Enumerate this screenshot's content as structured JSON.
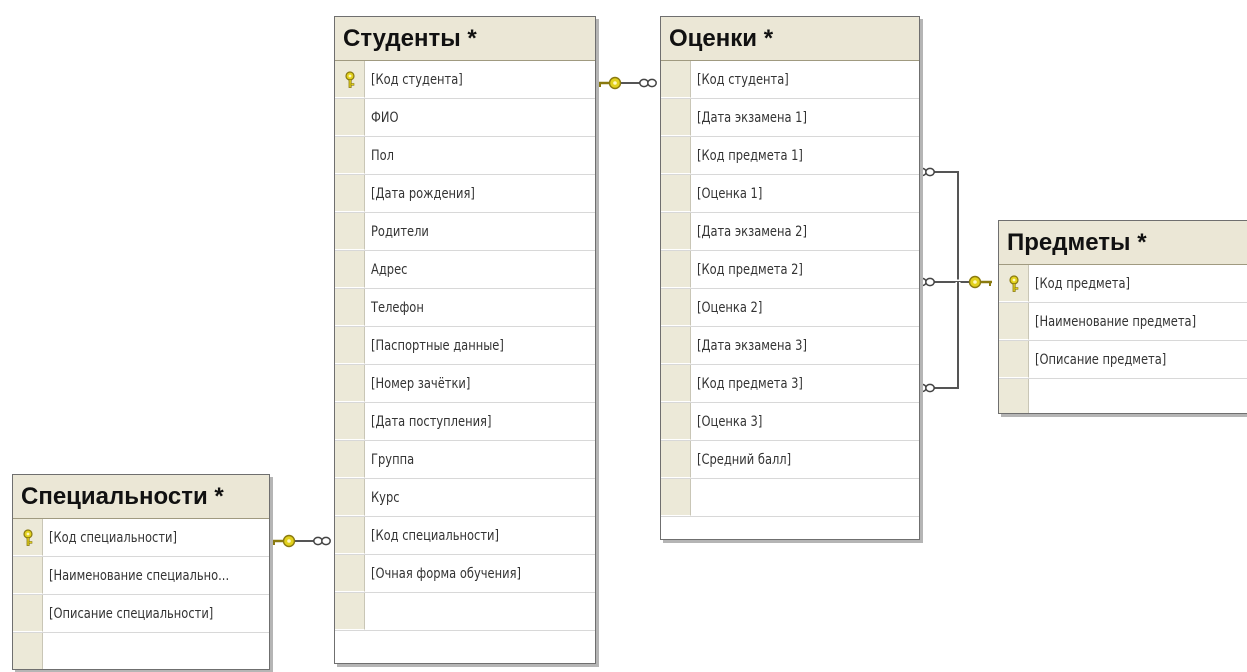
{
  "colors": {
    "title_bg": "#ebe7d6",
    "border": "#6f6f6f",
    "key": "#e2d11c",
    "line": "#555555"
  },
  "icons": {
    "primary_key": "key-icon",
    "one_end": "key-icon",
    "many_end": "infinity-icon"
  },
  "tables": {
    "students": {
      "title": "Студенты *",
      "columns": [
        {
          "name": "[Код студента]",
          "pk": true
        },
        {
          "name": "ФИО",
          "pk": false
        },
        {
          "name": "Пол",
          "pk": false
        },
        {
          "name": "[Дата рождения]",
          "pk": false
        },
        {
          "name": "Родители",
          "pk": false
        },
        {
          "name": "Адрес",
          "pk": false
        },
        {
          "name": "Телефон",
          "pk": false
        },
        {
          "name": "[Паспортные данные]",
          "pk": false
        },
        {
          "name": "[Номер зачётки]",
          "pk": false
        },
        {
          "name": "[Дата поступления]",
          "pk": false
        },
        {
          "name": "Группа",
          "pk": false
        },
        {
          "name": "Курс",
          "pk": false
        },
        {
          "name": "[Код специальности]",
          "pk": false
        },
        {
          "name": "[Очная форма обучения]",
          "pk": false
        }
      ]
    },
    "grades": {
      "title": "Оценки *",
      "columns": [
        {
          "name": "[Код студента]",
          "pk": false
        },
        {
          "name": "[Дата экзамена 1]",
          "pk": false
        },
        {
          "name": "[Код предмета 1]",
          "pk": false
        },
        {
          "name": "[Оценка 1]",
          "pk": false
        },
        {
          "name": "[Дата экзамена 2]",
          "pk": false
        },
        {
          "name": "[Код предмета 2]",
          "pk": false
        },
        {
          "name": "[Оценка 2]",
          "pk": false
        },
        {
          "name": "[Дата экзамена 3]",
          "pk": false
        },
        {
          "name": "[Код предмета 3]",
          "pk": false
        },
        {
          "name": "[Оценка 3]",
          "pk": false
        },
        {
          "name": "[Средний балл]",
          "pk": false
        }
      ]
    },
    "subjects": {
      "title": "Предметы *",
      "columns": [
        {
          "name": "[Код предмета]",
          "pk": true
        },
        {
          "name": "[Наименование предмета]",
          "pk": false
        },
        {
          "name": "[Описание предмета]",
          "pk": false
        }
      ]
    },
    "specialties": {
      "title": "Специальности *",
      "columns": [
        {
          "name": "[Код специальности]",
          "pk": true
        },
        {
          "name": "[Наименование специально...",
          "pk": false
        },
        {
          "name": "[Описание специальности]",
          "pk": false
        }
      ]
    }
  },
  "relationships": [
    {
      "one": "students.[Код студента]",
      "many": "grades.[Код студента]"
    },
    {
      "one": "specialties.[Код специальности]",
      "many": "students.[Код специальности]"
    },
    {
      "one": "subjects.[Код предмета]",
      "many": "grades.[Код предмета 1]"
    },
    {
      "one": "subjects.[Код предмета]",
      "many": "grades.[Код предмета 2]"
    },
    {
      "one": "subjects.[Код предмета]",
      "many": "grades.[Код предмета 3]"
    }
  ]
}
